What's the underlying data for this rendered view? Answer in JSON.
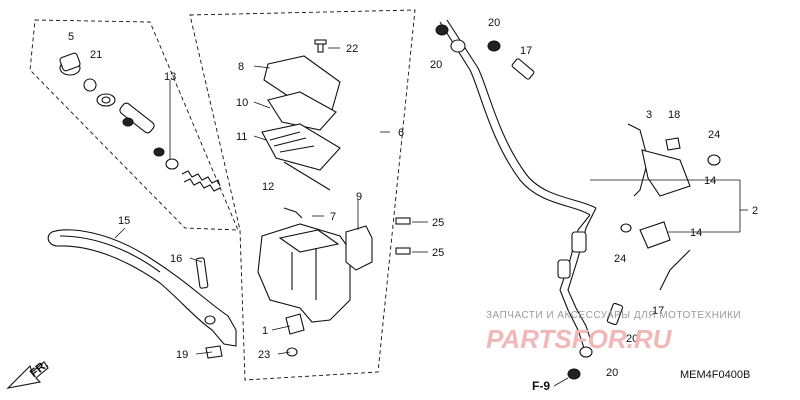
{
  "diagram": {
    "callouts": {
      "c5": "5",
      "c21": "21",
      "c13": "13",
      "c15": "15",
      "c16": "16",
      "c19": "19",
      "c22": "22",
      "c8": "8",
      "c10": "10",
      "c11": "11",
      "c12": "12",
      "c6": "6",
      "c9": "9",
      "c7": "7",
      "c25a": "25",
      "c25b": "25",
      "c1": "1",
      "c23": "23",
      "c20a": "20",
      "c20b": "20",
      "c17a": "17",
      "c3": "3",
      "c18": "18",
      "c24a": "24",
      "c14a": "14",
      "c2": "2",
      "c14b": "14",
      "c24b": "24",
      "c17b": "17",
      "c20c": "20",
      "c20d": "20"
    },
    "ref_label": "F-9",
    "direction_label": "FR.",
    "code": "MEM4F0400B"
  },
  "watermark": {
    "line1": "ЗАПЧАСТИ И АКСЕССУАРЫ ДЛЯ МОТОТЕХНИКИ",
    "line2": "PARTSFOR.RU"
  }
}
